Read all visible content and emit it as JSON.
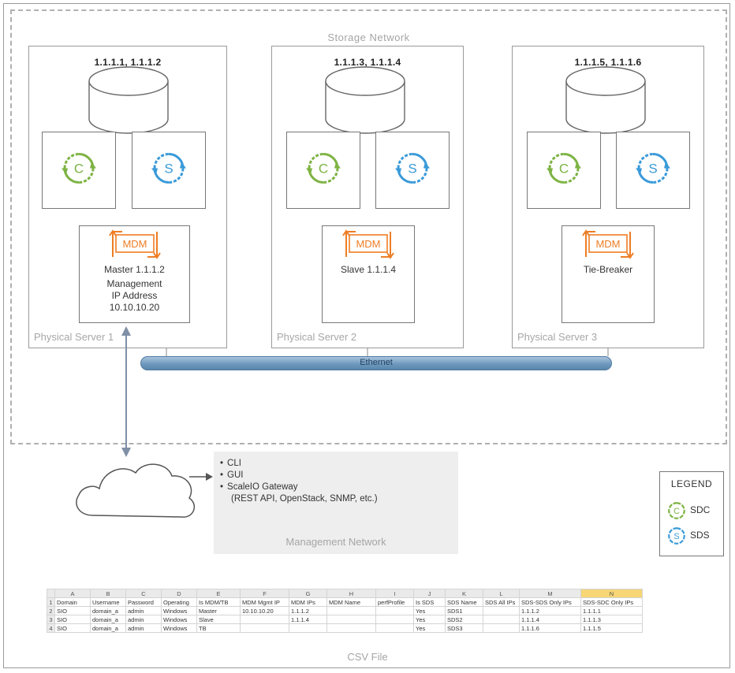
{
  "storage_network": {
    "title": "Storage Network"
  },
  "servers": [
    {
      "ips": "1.1.1.1, 1.1.1.2",
      "label": "Physical Server 1",
      "sdc": "C",
      "sds": "S",
      "mdm_badge": "MDM",
      "mdm_role": "Master 1.1.1.2",
      "mgmt": [
        "Management",
        "IP Address",
        "10.10.10.20"
      ]
    },
    {
      "ips": "1.1.1.3, 1.1.1.4",
      "label": "Physical Server 2",
      "sdc": "C",
      "sds": "S",
      "mdm_badge": "MDM",
      "mdm_role": "Slave 1.1.1.4",
      "mgmt": []
    },
    {
      "ips": "1.1.1.5, 1.1.1.6",
      "label": "Physical Server 3",
      "sdc": "C",
      "sds": "S",
      "mdm_badge": "MDM",
      "mdm_role": "Tie-Breaker",
      "mgmt": []
    }
  ],
  "ethernet": {
    "label": "Ethernet"
  },
  "management": {
    "items": [
      "CLI",
      "GUI",
      "ScaleIO Gateway"
    ],
    "gateway_sub": "(REST API, OpenStack, SNMP, etc.)",
    "title": "Management Network"
  },
  "legend": {
    "title": "LEGEND",
    "items": [
      {
        "glyph": "C",
        "label": "SDC",
        "color": "#7db343"
      },
      {
        "glyph": "S",
        "label": "SDS",
        "color": "#3a9ad9"
      }
    ]
  },
  "colors": {
    "sdc": "#7db343",
    "sds": "#3a9ad9",
    "mdm": "#ee7d24",
    "ethernet": "#6f99bd",
    "selected_column": "#f6d675"
  },
  "csv": {
    "title": "CSV File",
    "columns": [
      "A",
      "B",
      "C",
      "D",
      "E",
      "F",
      "G",
      "H",
      "I",
      "J",
      "K",
      "L",
      "M",
      "N"
    ],
    "rows": [
      [
        "1",
        "Domain",
        "Username",
        "Password",
        "Operating",
        "Is MDM/TB",
        "MDM Mgmt IP",
        "MDM IPs",
        "MDM Name",
        "perfProfile",
        "Is SDS",
        "SDS Name",
        "SDS All IPs",
        "SDS-SDS Only IPs",
        "SDS-SDC Only IPs"
      ],
      [
        "2",
        "SIO",
        "domain_a",
        "admin",
        "Windows",
        "Master",
        "10.10.10.20",
        "1.1.1.2",
        "",
        "",
        "Yes",
        "SDS1",
        "",
        "1.1.1.2",
        "1.1.1.1"
      ],
      [
        "3",
        "SIO",
        "domain_a",
        "admin",
        "Windows",
        "Slave",
        "",
        "1.1.1.4",
        "",
        "",
        "Yes",
        "SDS2",
        "",
        "1.1.1.4",
        "1.1.1.3"
      ],
      [
        "4",
        "SIO",
        "domain_a",
        "admin",
        "Windows",
        "TB",
        "",
        "",
        "",
        "",
        "Yes",
        "SDS3",
        "",
        "1.1.1.6",
        "1.1.1.5"
      ]
    ]
  }
}
